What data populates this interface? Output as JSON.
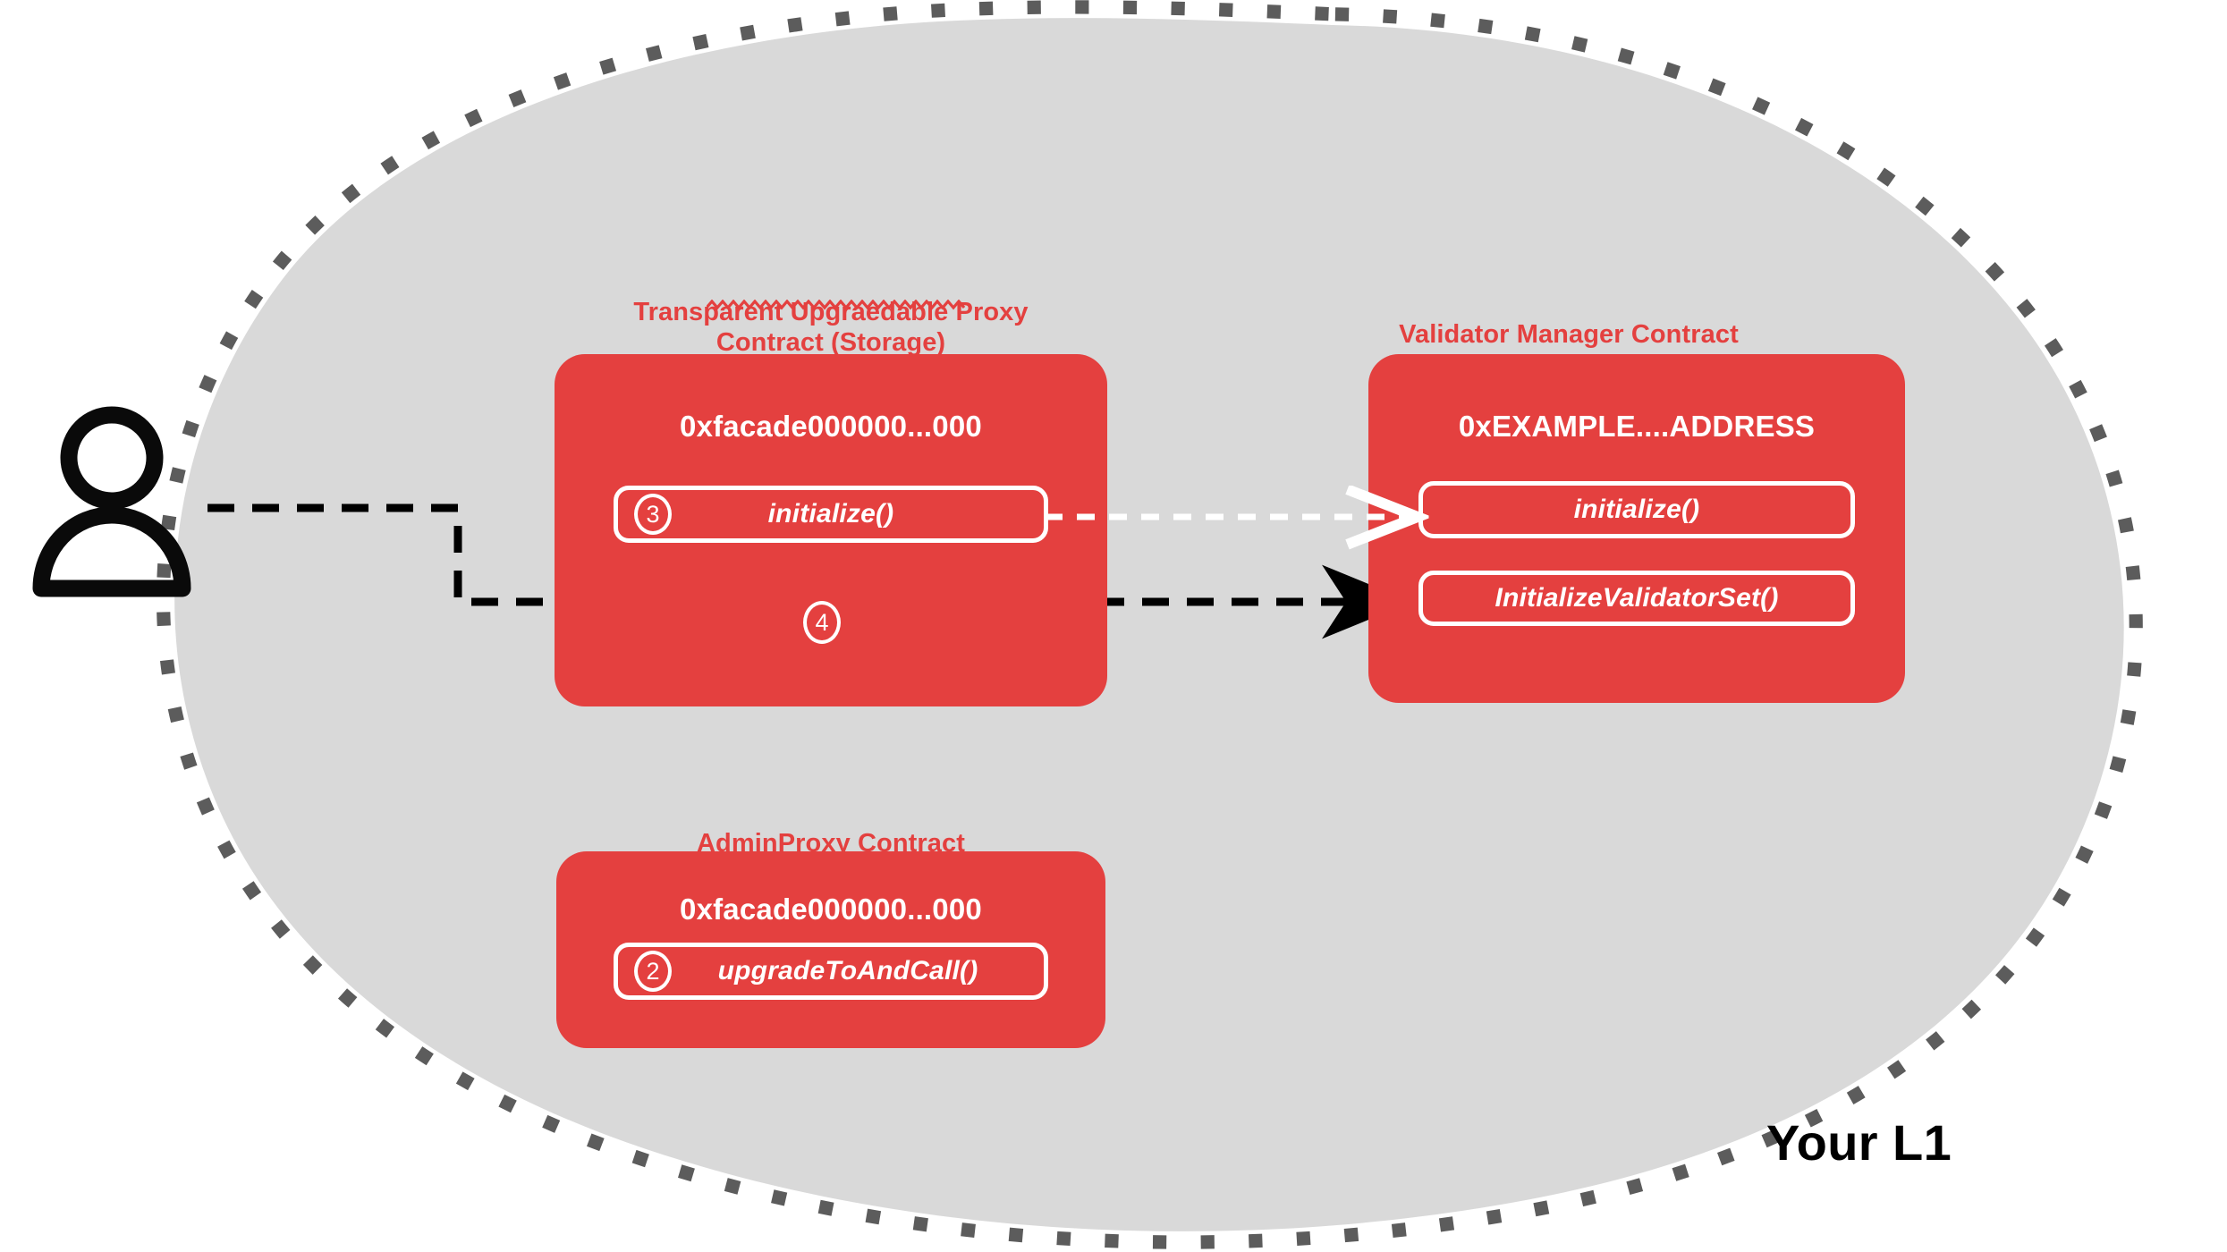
{
  "diagram": {
    "background_color": "#FFFFFF",
    "region": {
      "name": "Your L1",
      "label": "Your L1",
      "fill_color": "#D9D9D9",
      "border_style": "dashed",
      "border_color": "#5C5C5C"
    },
    "actor": {
      "name": "user-actor",
      "icon": "person-icon",
      "color": "#0A0A0A"
    },
    "accent_color": "#E4403F",
    "contracts": [
      {
        "id": "transparent-upgradeable-proxy",
        "title": "Transparent Upgraedable Proxy\nContract (Storage)",
        "title_has_spellcheck_squiggle": true,
        "spellcheck_word": "Upgraedable",
        "address": "0xfacade000000...000",
        "methods": [
          {
            "label": "initialize()",
            "step": "3"
          }
        ],
        "loose_step": "4"
      },
      {
        "id": "validator-manager",
        "title": "Validator Manager Contract",
        "title_has_spellcheck_squiggle": false,
        "address": "0xEXAMPLE....ADDRESS",
        "methods": [
          {
            "label": "initialize()",
            "step": ""
          },
          {
            "label": "InitializeValidatorSet()",
            "step": ""
          }
        ],
        "loose_step": ""
      },
      {
        "id": "admin-proxy",
        "title": "AdminProxy  Contract",
        "title_has_spellcheck_squiggle": false,
        "address": "0xfacade000000...000",
        "methods": [
          {
            "label": "upgradeToAndCall()",
            "step": "2"
          }
        ],
        "loose_step": ""
      }
    ],
    "connections": [
      {
        "id": "user-to-initialize-validator-set",
        "from": "user-actor",
        "to": "InitializeValidatorSet()",
        "style": "dashed",
        "color": "#000000",
        "arrowhead": "filled"
      },
      {
        "id": "proxy-initialize-to-manager-initialize",
        "from": "initialize()",
        "to": "initialize()",
        "style": "dashed",
        "color": "#FFFFFF",
        "arrowhead": "open"
      }
    ]
  }
}
